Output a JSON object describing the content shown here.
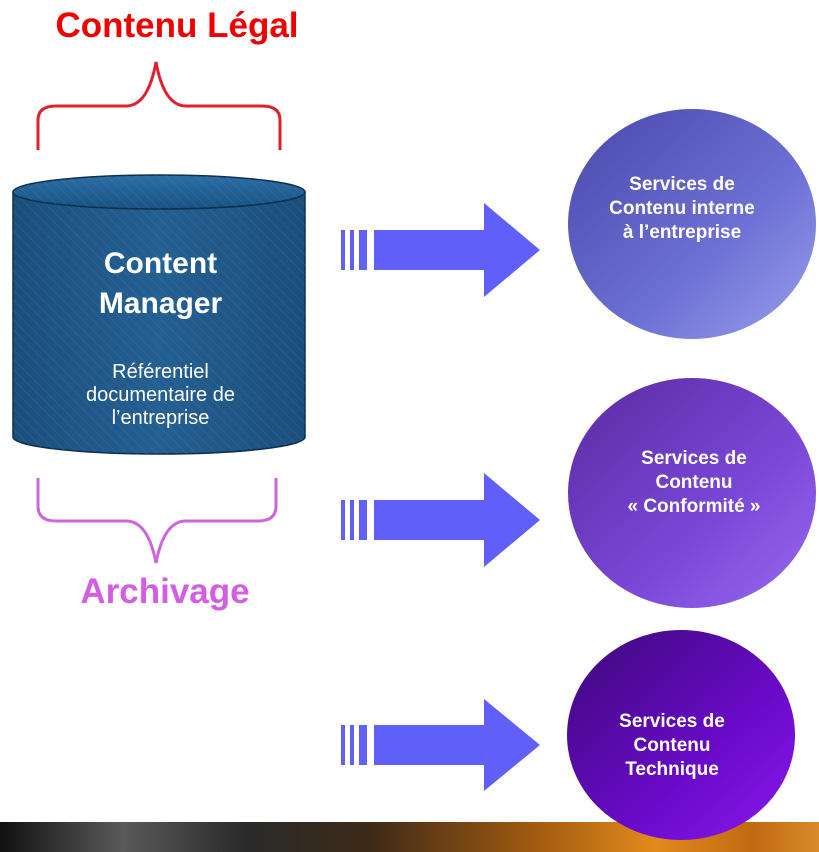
{
  "diagram": {
    "top_label": "Contenu Légal",
    "bottom_label": "Archivage",
    "repository": {
      "title_lines": [
        "Content",
        "Manager"
      ],
      "subtitle_lines": [
        "Référentiel",
        "documentaire de",
        "l’entreprise"
      ]
    },
    "services": [
      {
        "lines": [
          "Services de",
          "Contenu interne",
          "à l’entreprise"
        ]
      },
      {
        "lines": [
          "Services de",
          "Contenu",
          "« Conformité »"
        ]
      },
      {
        "lines": [
          "Services de",
          "Contenu",
          "Technique"
        ]
      }
    ]
  },
  "colors": {
    "top_label": "#f00000",
    "top_brace": "#e0202a",
    "bottom_label": "#d35de3",
    "bottom_brace": "#cc66d9",
    "cylinder_body": "#1c5a8a",
    "arrow": "#6060f8",
    "service_1": "#7070d8",
    "service_2": "#7a48d8",
    "service_3": "#7a10d8"
  }
}
